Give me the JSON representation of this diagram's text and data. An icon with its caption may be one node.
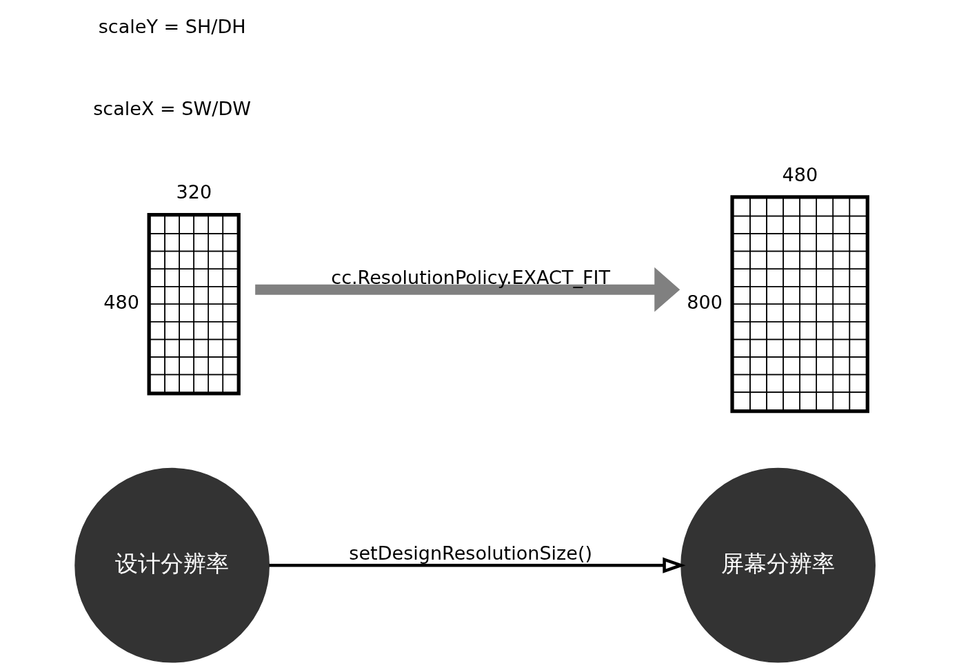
{
  "diagram": {
    "nodes": [
      {
        "text": [
          "设计分辨率"
        ]
      },
      {
        "text": [
          "屏幕分辨率"
        ]
      },
      {
        "text": [],
        "shape": "box",
        "beside": [
          "320",
          "480"
        ]
      },
      {
        "text": [],
        "shape": "box",
        "beside": [
          "480",
          "800"
        ]
      }
    ],
    "edges": [
      {
        "from": 0,
        "to": 1,
        "arrow": "to",
        "label": "setDesignResolutionSize()"
      },
      {
        "from": 2,
        "to": 3,
        "arrow": "to",
        "label": "cc.ResolutionPolicy.EXACT_FIT",
        "style": "thick",
        "color": "#808080"
      }
    ],
    "labels": [
      "scaleX = SW/DW",
      "scaleY = SH/DH"
    ]
  }
}
